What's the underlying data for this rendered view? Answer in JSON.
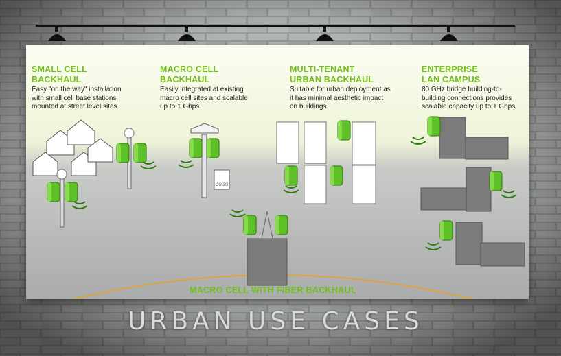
{
  "sections": [
    {
      "title": "SMALL CELL\nBACKHAUL",
      "desc": "Easy \"on the way\" installation\nwith small cell base stations\nmounted at street level sites"
    },
    {
      "title": "MACRO CELL\nBACKHAUL",
      "desc": "Easily integrated at existing\nmacro cell sites and scalable\nup to 1 Gbps"
    },
    {
      "title": "MULTI-TENANT\nURBAN BACKHAUL",
      "desc": "Suitable for urban deployment as\nit has minimal aesthetic impact\non buildings"
    },
    {
      "title": "ENTERPRISE\nLAN CAMPUS",
      "desc": "80 GHz bridge building-to-\nbuilding connections provides\nscalable capacity up to 1 Gbps"
    }
  ],
  "bottom_label": "MACRO CELL WITH FIBER BACKHAUL",
  "device_badge": "2G|3G\n4G",
  "footer_title": "URBAN USE CASES",
  "colors": {
    "accent": "#72bf1c",
    "radio_green": "#5fc12a",
    "wall": "#8a8f8c"
  }
}
